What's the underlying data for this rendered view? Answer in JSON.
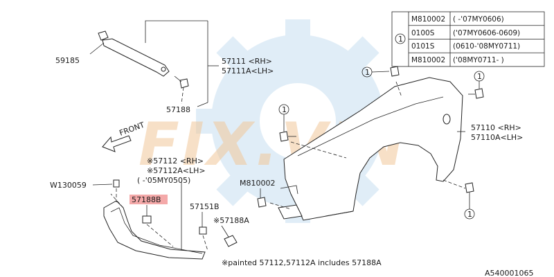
{
  "watermark": {
    "text": "FIX.VIN"
  },
  "direction": {
    "label": "FRONT"
  },
  "labels": {
    "p59185": "59185",
    "p57111": "57111 <RH>",
    "p57111a": "57111A<LH>",
    "p57188_top": "57188",
    "p57110": "57110 <RH>",
    "p57110a": "57110A<LH>",
    "p57112": "※57112 <RH>",
    "p57112a": "※57112A<LH>",
    "p57112_range": "(     -'05MY0505)",
    "w130059": "W130059",
    "p57188b": "57188B",
    "p57151b": "57151B",
    "p57188a": "※57188A",
    "m810002": "M810002",
    "note": "※painted 57112,57112A includes 57188A",
    "diagram_id": "A540001065"
  },
  "callout": {
    "symbol": "1"
  },
  "table": {
    "ref": "1",
    "rows": [
      {
        "code": "M810002",
        "range": "(      -'07MY0606)"
      },
      {
        "code": "0100S",
        "range": "('07MY0606-0609)"
      },
      {
        "code": "0101S",
        "range": "(0610-'08MY0711)"
      },
      {
        "code": "M810002",
        "range": "('08MY0711-      )"
      }
    ]
  },
  "colors": {
    "highlight": "#f4a9a9",
    "watermark": "#f2c79a",
    "gear": "#bcd9ee"
  }
}
